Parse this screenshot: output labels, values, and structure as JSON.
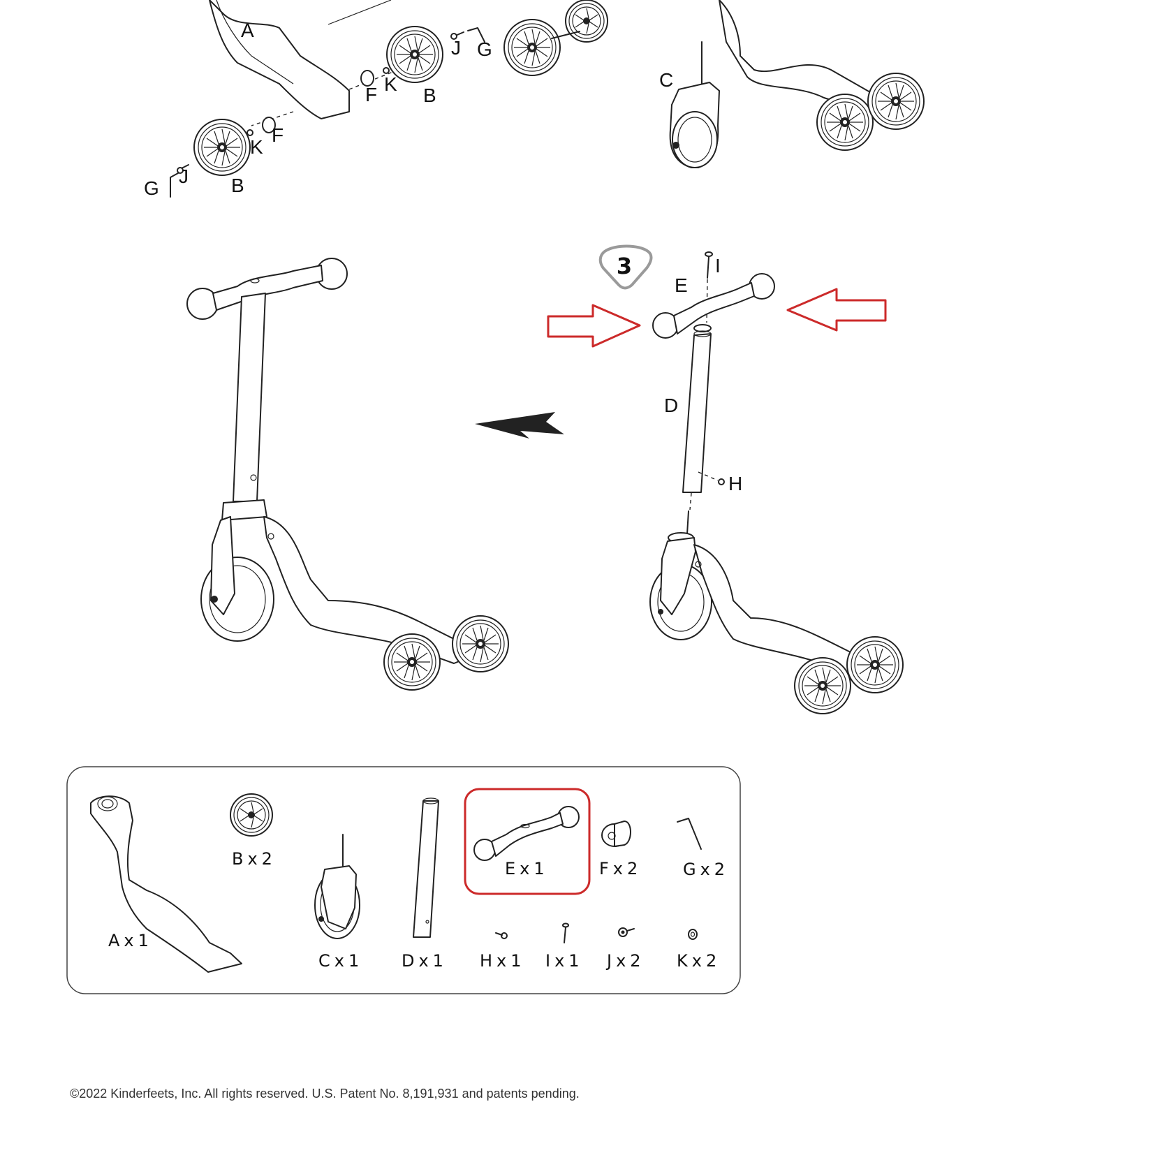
{
  "step": {
    "number": "3"
  },
  "callouts": {
    "top_left": [
      "A",
      "F",
      "K",
      "B",
      "J",
      "G",
      "K",
      "F",
      "G",
      "J",
      "B"
    ],
    "top_right": [
      "C"
    ],
    "step3": [
      "I",
      "E",
      "D",
      "H"
    ]
  },
  "parts": [
    {
      "id": "A",
      "label": "Ax1"
    },
    {
      "id": "B",
      "label": "Bx2"
    },
    {
      "id": "C",
      "label": "Cx1"
    },
    {
      "id": "D",
      "label": "Dx1"
    },
    {
      "id": "E",
      "label": "Ex1",
      "highlighted": true
    },
    {
      "id": "F",
      "label": "Fx2"
    },
    {
      "id": "G",
      "label": "Gx2"
    },
    {
      "id": "H",
      "label": "Hx1"
    },
    {
      "id": "I",
      "label": "Ix1"
    },
    {
      "id": "J",
      "label": "Jx2"
    },
    {
      "id": "K",
      "label": "Kx2"
    }
  ],
  "colors": {
    "highlight": "#cc2a2a",
    "line": "#222222",
    "badge": "#9a9a9a"
  },
  "footer": {
    "copyright": "©2022 Kinderfeets, Inc. All rights reserved. U.S. Patent No. 8,191,931 and patents pending."
  }
}
